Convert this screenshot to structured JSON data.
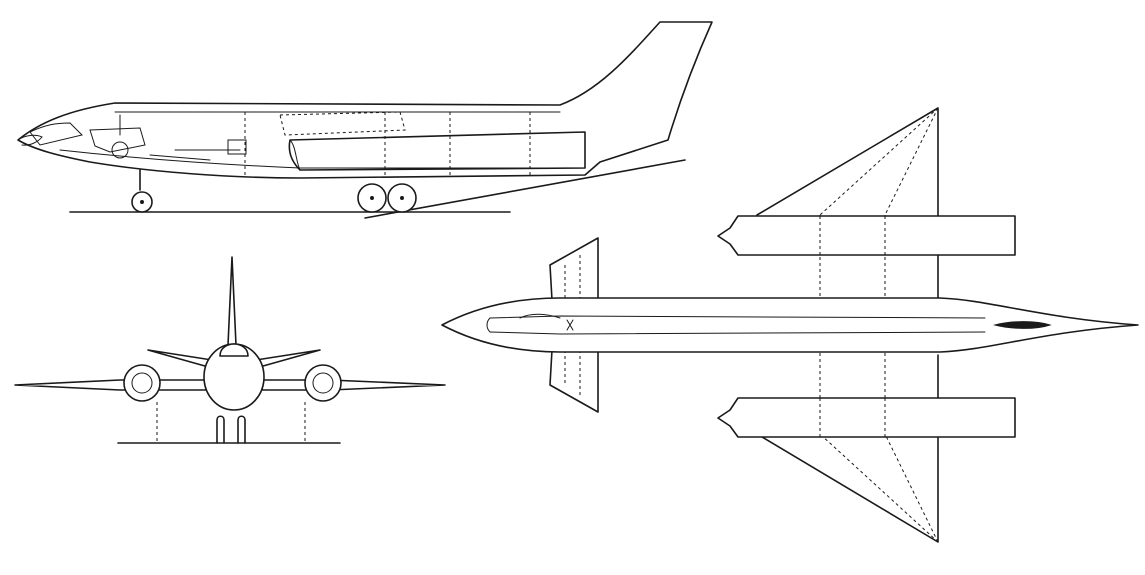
{
  "drawing": {
    "kind": "three-view aircraft line drawing",
    "views": [
      {
        "id": "side",
        "label": ""
      },
      {
        "id": "front",
        "label": ""
      },
      {
        "id": "top",
        "label": ""
      }
    ],
    "ink_color": "#1a1a1a",
    "paper_color": "#ffffff"
  }
}
